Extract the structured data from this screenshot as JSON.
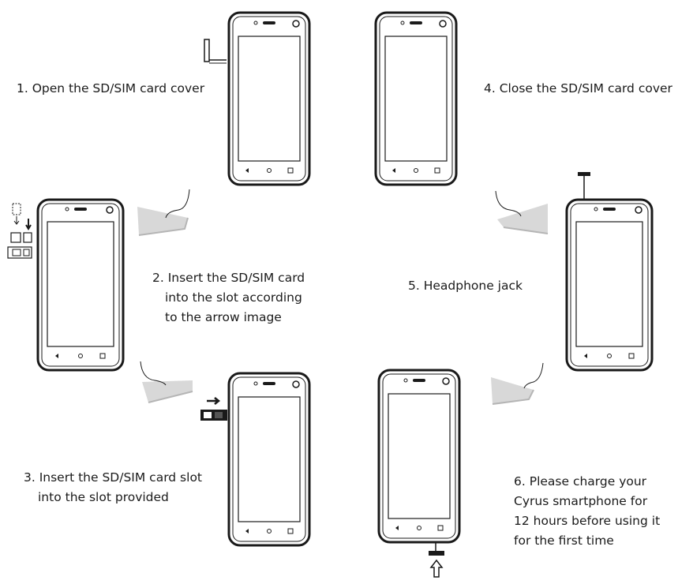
{
  "steps": [
    {
      "id": 1,
      "lines": [
        "1. Open the SD/SIM card cover"
      ]
    },
    {
      "id": 2,
      "lines": [
        "2. Insert the SD/SIM card",
        "into the slot according",
        "to the arrow image"
      ]
    },
    {
      "id": 3,
      "lines": [
        "3. Insert the SD/SIM card slot",
        "into the slot provided"
      ]
    },
    {
      "id": 4,
      "lines": [
        "4. Close the SD/SIM card cover"
      ]
    },
    {
      "id": 5,
      "lines": [
        "5. Headphone jack"
      ]
    },
    {
      "id": 6,
      "lines": [
        "6. Please charge your",
        "Cyrus smartphone for",
        "12 hours before using it",
        "for the first time"
      ]
    }
  ],
  "colors": {
    "outline": "#1a1a1a",
    "arrow_fill": "#d8d8d8",
    "arrow_shade": "#b5b5b5"
  },
  "icons": [
    "phone-icon",
    "card-cover-icon",
    "sim-card-icon",
    "headphone-jack-icon",
    "charging-cable-icon",
    "flow-arrow-icon"
  ]
}
